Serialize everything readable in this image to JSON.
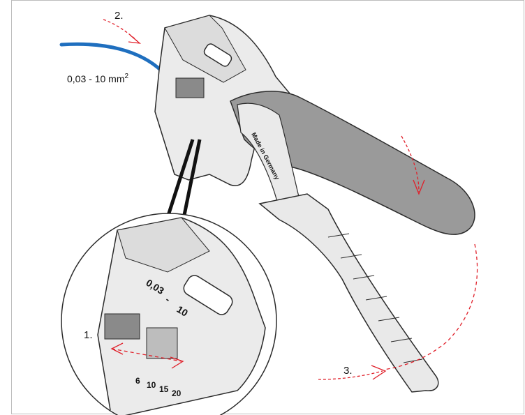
{
  "labels": {
    "step1": "1.",
    "step2": "2.",
    "step3": "3.",
    "cross_section": "0,03 - 10 mm",
    "cross_section_unit_sup": "2"
  },
  "tool_markings": {
    "range_small": "0,03",
    "range_sep": "-",
    "range_large": "10",
    "scale_values": [
      "6",
      "10",
      "15",
      "20"
    ],
    "made_in": "Made in Germany"
  },
  "colors": {
    "cable": "#1f6fbf",
    "arrow": "#e0202a",
    "handle_grip": "#9a9a9a",
    "tool_body": "#e9e9e9",
    "outline": "#2b2b2b"
  }
}
